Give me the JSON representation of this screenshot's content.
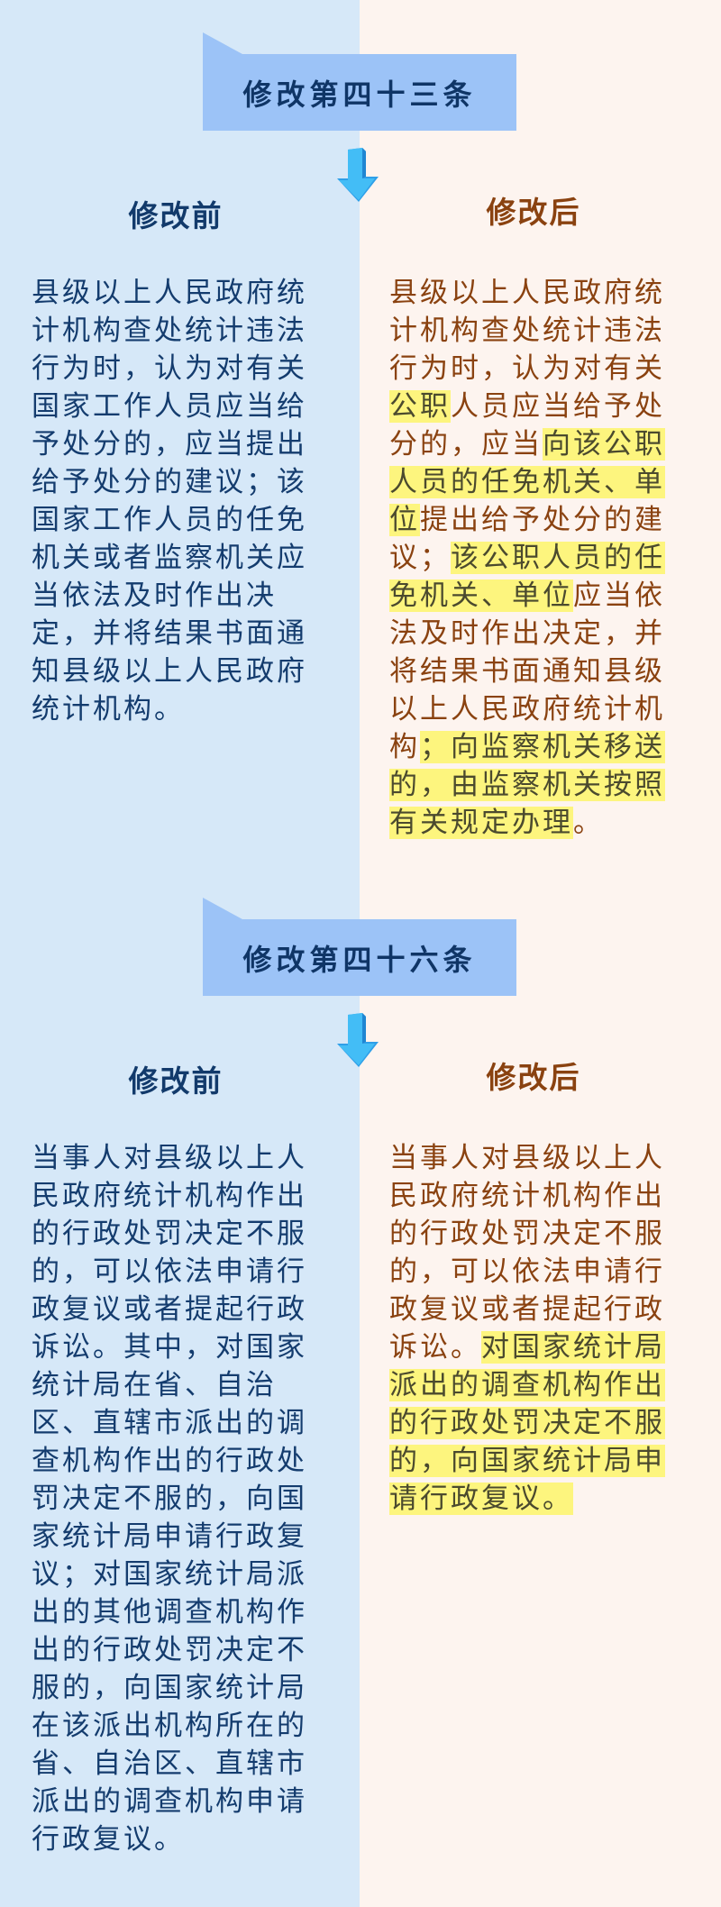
{
  "columns": {
    "before_label": "修改前",
    "after_label": "修改后"
  },
  "colors": {
    "left_bg": "#d6e8f8",
    "right_bg": "#fdf4ef",
    "banner": "#9cc3f7",
    "banner_text": "#0f3566",
    "before_text": "#143c6e",
    "after_text": "#8a4210",
    "highlight": "#fdf57e",
    "arrow": "#3bb4f2"
  },
  "sections": [
    {
      "title": "修改第四十三条",
      "before_lines": [
        "县级以上人民政府统",
        "计机构查处统计违法",
        "行为时，认为对有关",
        "国家工作人员应当给",
        "予处分的，应当提出",
        "给予处分的建议；该",
        "国家工作人员的任免",
        "机关或者监察机关应",
        "当依法及时作出决",
        "定，并将结果书面通",
        "知县级以上人民政府",
        "统计机构。"
      ],
      "after_lines": [
        [
          {
            "t": "县级以上人民政府统"
          }
        ],
        [
          {
            "t": "计机构查处统计违法"
          }
        ],
        [
          {
            "t": "行为时，认为对有关"
          }
        ],
        [
          {
            "t": "公职",
            "hl": true
          },
          {
            "t": "人员应当给予处"
          }
        ],
        [
          {
            "t": "分的，应当"
          },
          {
            "t": "向该公职",
            "hl": true
          }
        ],
        [
          {
            "t": "人员的任免机关、单",
            "hl": true
          }
        ],
        [
          {
            "t": "位",
            "hl": true
          },
          {
            "t": "提出给予处分的建"
          }
        ],
        [
          {
            "t": "议；"
          },
          {
            "t": "该公职人员的任",
            "hl": true
          }
        ],
        [
          {
            "t": "免机关、单位",
            "hl": true
          },
          {
            "t": "应当依"
          }
        ],
        [
          {
            "t": "法及时作出决定，并"
          }
        ],
        [
          {
            "t": "将结果书面通知县级"
          }
        ],
        [
          {
            "t": "以上人民政府统计机"
          }
        ],
        [
          {
            "t": "构"
          },
          {
            "t": "；向监察机关移送",
            "hl": true
          }
        ],
        [
          {
            "t": "的，由监察机关按照",
            "hl": true
          }
        ],
        [
          {
            "t": "有关规定办理",
            "hl": true
          },
          {
            "t": "。"
          }
        ]
      ]
    },
    {
      "title": "修改第四十六条",
      "before_lines": [
        "当事人对县级以上人",
        "民政府统计机构作出",
        "的行政处罚决定不服",
        "的，可以依法申请行",
        "政复议或者提起行政",
        "诉讼。其中，对国家",
        "统计局在省、自治",
        "区、直辖市派出的调",
        "查机构作出的行政处",
        "罚决定不服的，向国",
        "家统计局申请行政复",
        "议；对国家统计局派",
        "出的其他调查机构作",
        "出的行政处罚决定不",
        "服的，向国家统计局",
        "在该派出机构所在的",
        "省、自治区、直辖市",
        "派出的调查机构申请",
        "行政复议。"
      ],
      "after_lines": [
        [
          {
            "t": "当事人对县级以上人"
          }
        ],
        [
          {
            "t": "民政府统计机构作出"
          }
        ],
        [
          {
            "t": "的行政处罚决定不服"
          }
        ],
        [
          {
            "t": "的，可以依法申请行"
          }
        ],
        [
          {
            "t": "政复议或者提起行政"
          }
        ],
        [
          {
            "t": "诉讼。"
          },
          {
            "t": "对国家统计局",
            "hl": true
          }
        ],
        [
          {
            "t": "派出的调查机构作出",
            "hl": true
          }
        ],
        [
          {
            "t": "的行政处罚决定不服",
            "hl": true
          }
        ],
        [
          {
            "t": "的，向国家统计局申",
            "hl": true
          }
        ],
        [
          {
            "t": "请行政复议。",
            "hl": true
          }
        ]
      ]
    }
  ]
}
